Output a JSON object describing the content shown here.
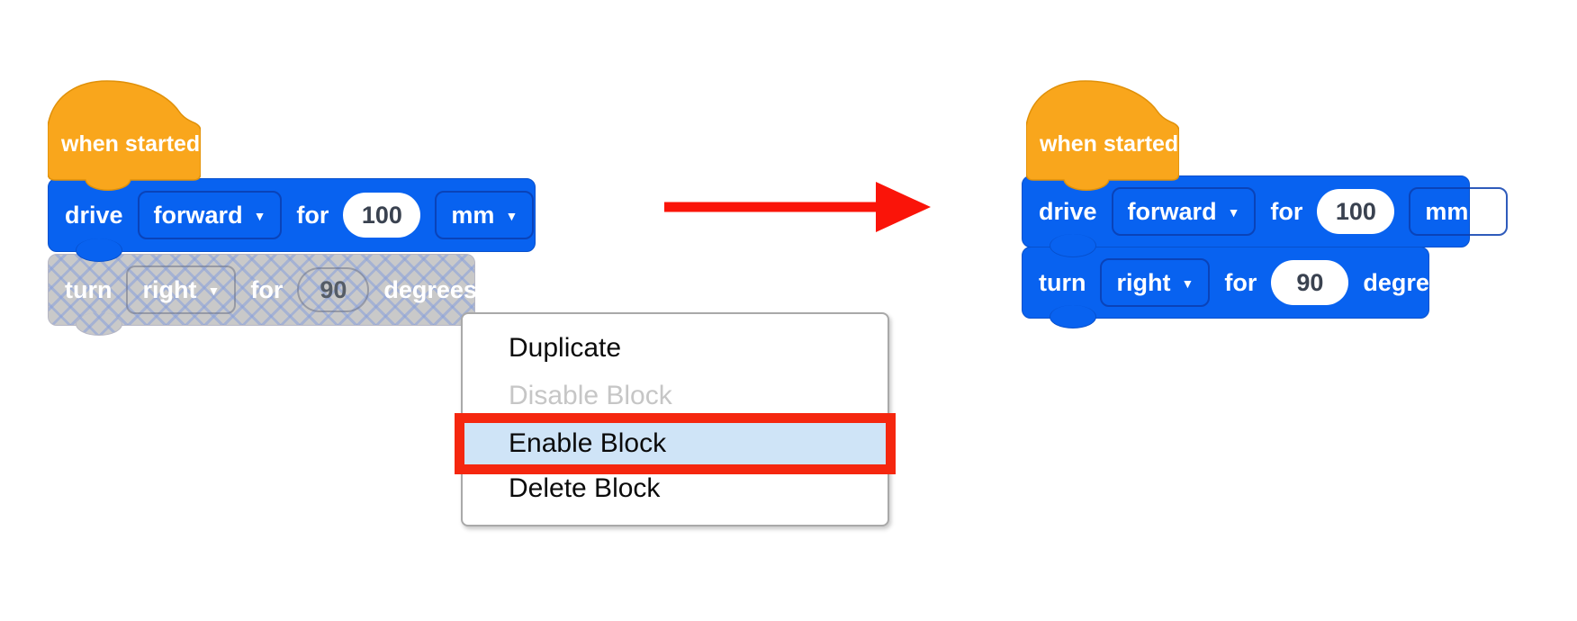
{
  "left_stack": {
    "hat_label": "when started",
    "drive": {
      "verb": "drive",
      "direction": "forward",
      "for": "for",
      "distance": "100",
      "unit": "mm"
    },
    "turn": {
      "verb": "turn",
      "direction": "right",
      "for": "for",
      "angle": "90",
      "unit": "degrees",
      "state": "disabled"
    }
  },
  "right_stack": {
    "hat_label": "when started",
    "drive": {
      "verb": "drive",
      "direction": "forward",
      "for": "for",
      "distance": "100",
      "unit": "mm"
    },
    "turn": {
      "verb": "turn",
      "direction": "right",
      "for": "for",
      "angle": "90",
      "unit": "degrees",
      "state": "enabled"
    }
  },
  "context_menu": {
    "items": [
      {
        "label": "Duplicate",
        "state": "normal"
      },
      {
        "label": "Disable Block",
        "state": "disabled"
      },
      {
        "label": "Enable Block",
        "state": "highlighted"
      },
      {
        "label": "Delete Block",
        "state": "normal"
      }
    ]
  },
  "colors": {
    "block_blue": "#0862F0",
    "hat_orange": "#F9A61C",
    "disabled_gray": "#C9C9C9",
    "menu_highlight": "#CFE4F7",
    "annotation_red": "#F5270F",
    "arrow_red": "#FA1409"
  }
}
